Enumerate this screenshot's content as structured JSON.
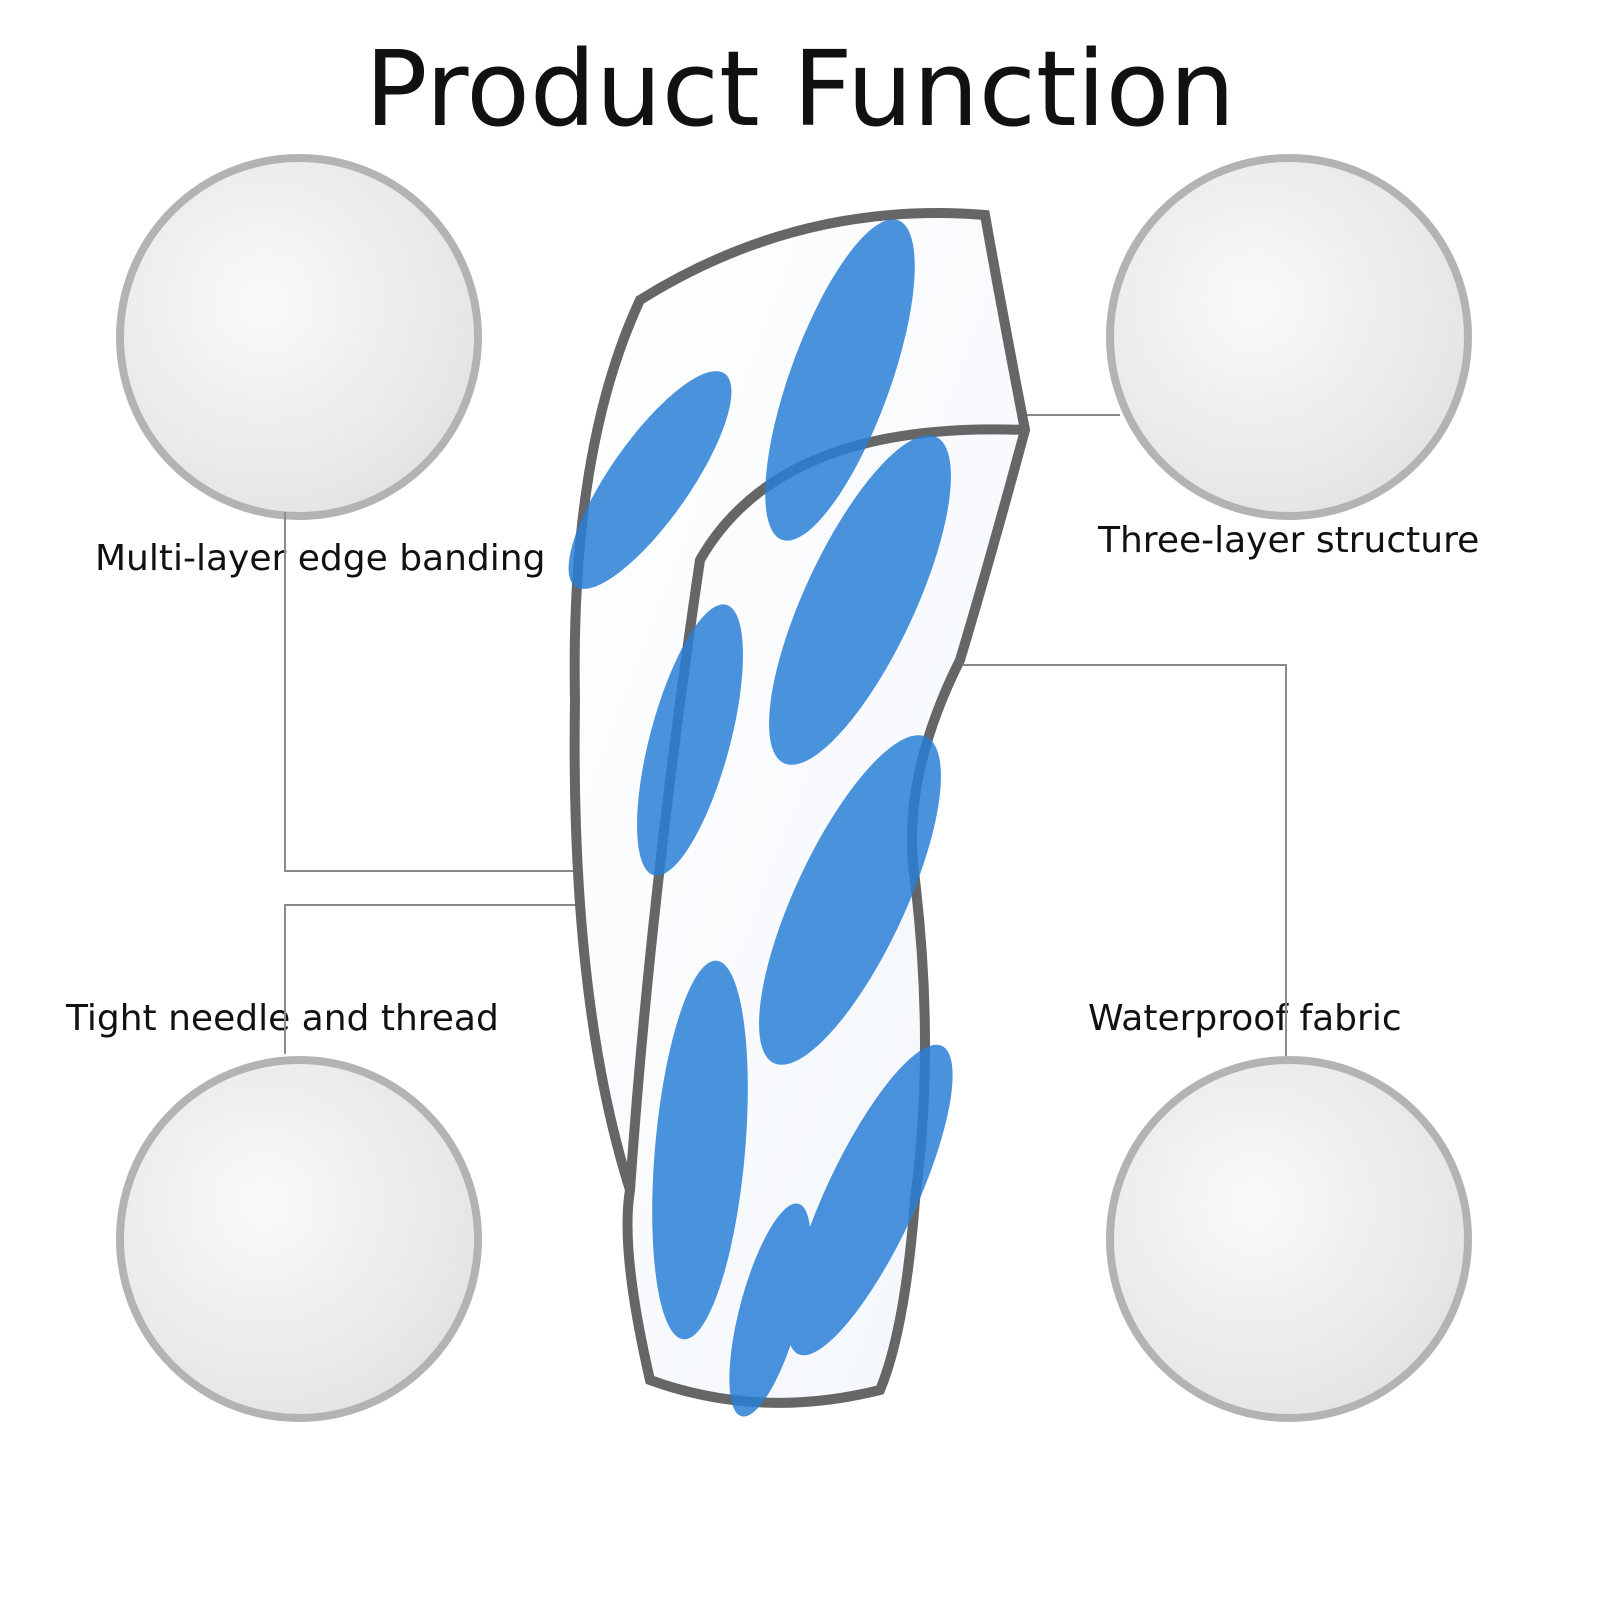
{
  "title": "Product Function",
  "features": [
    {
      "label": "Multi-layer edge banding"
    },
    {
      "label": "Three-layer structure"
    },
    {
      "label": "Tight needle and thread"
    },
    {
      "label": "Waterproof fabric"
    }
  ]
}
